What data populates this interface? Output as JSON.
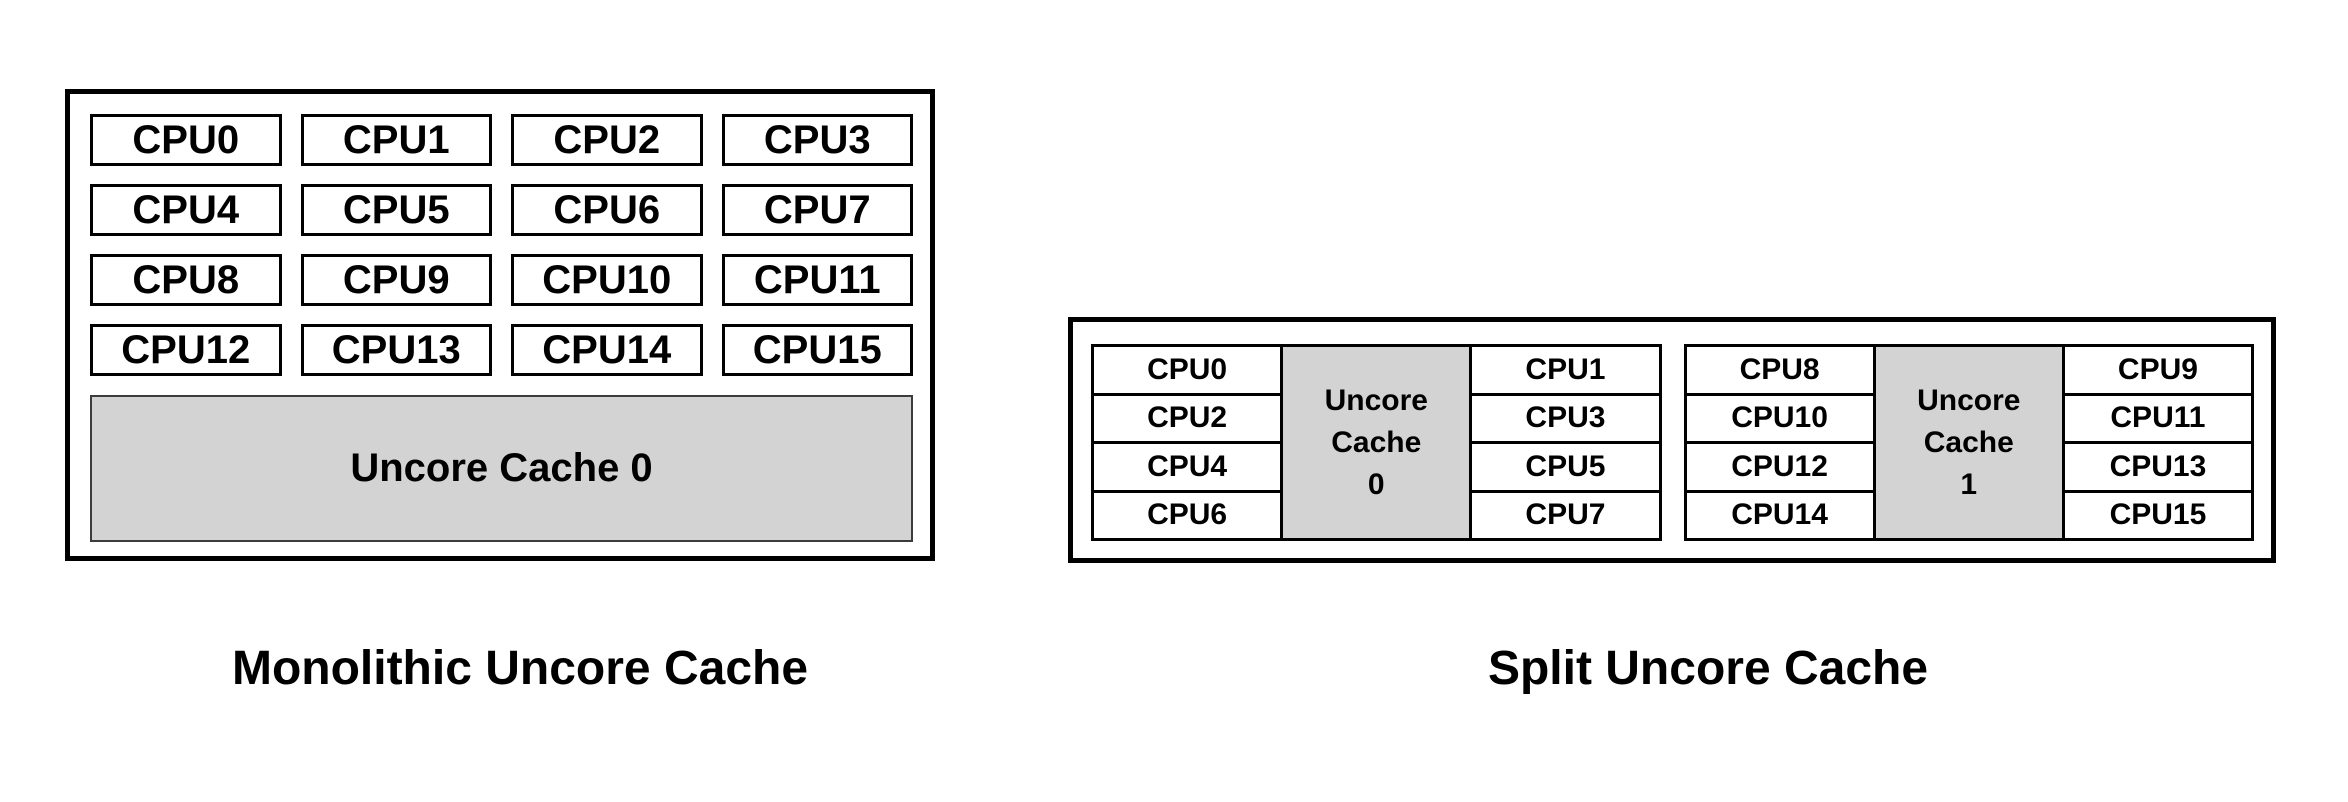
{
  "colors": {
    "background": "#ffffff",
    "box_border": "#000000",
    "cache_fill": "#d3d3d3",
    "cache_border": "#3c3c3c",
    "text": "#000000"
  },
  "monolithic": {
    "caption": "Monolithic Uncore Cache",
    "cache_label": "Uncore Cache 0",
    "cpu_rows": [
      [
        "CPU0",
        "CPU1",
        "CPU2",
        "CPU3"
      ],
      [
        "CPU4",
        "CPU5",
        "CPU6",
        "CPU7"
      ],
      [
        "CPU8",
        "CPU9",
        "CPU10",
        "CPU11"
      ],
      [
        "CPU12",
        "CPU13",
        "CPU14",
        "CPU15"
      ]
    ]
  },
  "split": {
    "caption": "Split Uncore Cache",
    "groups": [
      {
        "left_cpus": [
          "CPU0",
          "CPU2",
          "CPU4",
          "CPU6"
        ],
        "cache_lines": [
          "Uncore",
          "Cache",
          "0"
        ],
        "right_cpus": [
          "CPU1",
          "CPU3",
          "CPU5",
          "CPU7"
        ]
      },
      {
        "left_cpus": [
          "CPU8",
          "CPU10",
          "CPU12",
          "CPU14"
        ],
        "cache_lines": [
          "Uncore",
          "Cache",
          "1"
        ],
        "right_cpus": [
          "CPU9",
          "CPU11",
          "CPU13",
          "CPU15"
        ]
      }
    ]
  }
}
